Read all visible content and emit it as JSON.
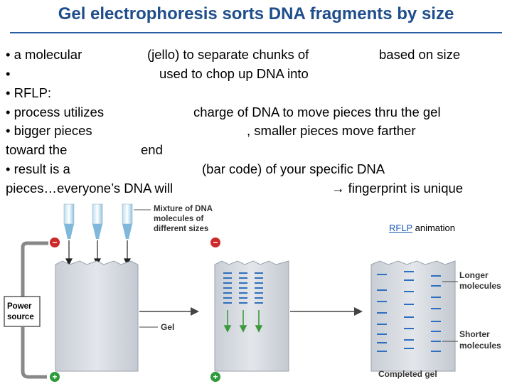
{
  "title": "Gel electrophoresis sorts DNA fragments by size",
  "bullets": {
    "b1_part1": "•  a molecular",
    "b1_part2": "(jello) to separate chunks of",
    "b1_part3": "based on size",
    "b2_bullet": "•",
    "b2_text": "used to chop up DNA into",
    "b3": "•  RFLP:",
    "b4_part1": "•  process utilizes",
    "b4_part2": "charge of DNA to move pieces thru the gel",
    "b5_part1": "•  bigger pieces",
    "b5_part2": ", smaller pieces move farther",
    "b6_part1": "toward the",
    "b6_part2": "end",
    "b7_part1": "•  result is a",
    "b7_part2": "(bar code) of your specific DNA",
    "b8_part1": "pieces…everyone’s DNA will",
    "b8_part2": "fingerprint is unique"
  },
  "arrow_glyph": "→",
  "link": {
    "label": "RFLP",
    "suffix": " animation"
  },
  "diagram": {
    "mixture_label": [
      "Mixture of DNA",
      "molecules of",
      "different sizes"
    ],
    "power_label": [
      "Power",
      "source"
    ],
    "gel_label": "Gel",
    "longer_label": [
      "Longer",
      "molecules"
    ],
    "shorter_label": [
      "Shorter",
      "molecules"
    ],
    "completed_label": "Completed gel",
    "minus_sign": "−",
    "plus_sign": "+"
  },
  "colors": {
    "title": "#1f4e8c",
    "band": "#2f6fbf",
    "arrow": "#3c9a3c",
    "minus": "#cc2a2a",
    "plus": "#2e9a3a",
    "gel": "#d9dde3"
  }
}
